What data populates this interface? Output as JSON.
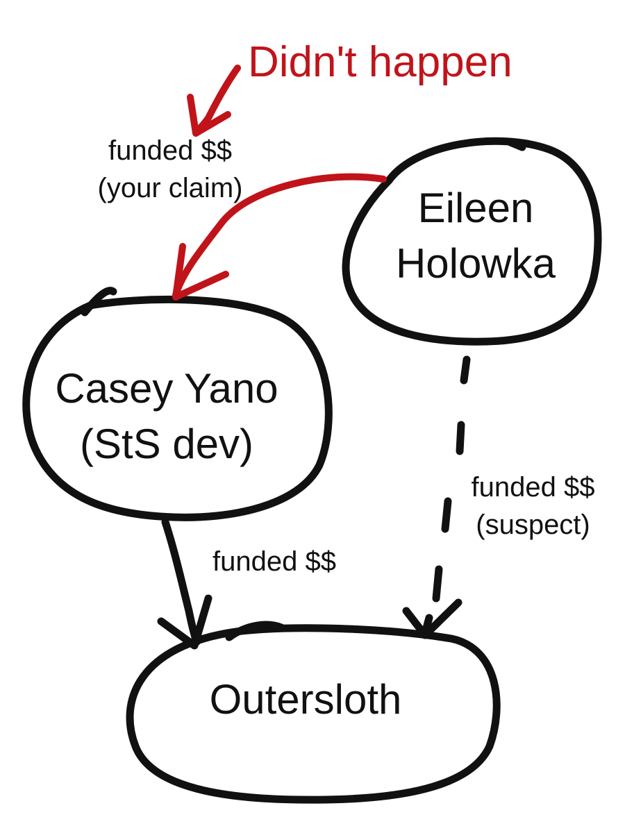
{
  "annotation": {
    "text": "Didn't happen",
    "color": "#c0141a"
  },
  "colors": {
    "ink": "#111111",
    "accent": "#c0141a"
  },
  "nodes": {
    "eileen": {
      "line1": "Eileen",
      "line2": "Holowka"
    },
    "casey": {
      "line1": "Casey Yano",
      "line2": "(StS dev)"
    },
    "outersloth": {
      "label": "Outersloth"
    }
  },
  "edges": {
    "eileen_to_casey": {
      "line1": "funded $$",
      "line2": "(your claim)",
      "style": "solid",
      "color": "#c0141a"
    },
    "casey_to_outersloth": {
      "label": "funded $$",
      "style": "solid",
      "color": "#111111"
    },
    "eileen_to_outersloth": {
      "line1": "funded $$",
      "line2": "(suspect)",
      "style": "dashed",
      "color": "#111111"
    }
  }
}
